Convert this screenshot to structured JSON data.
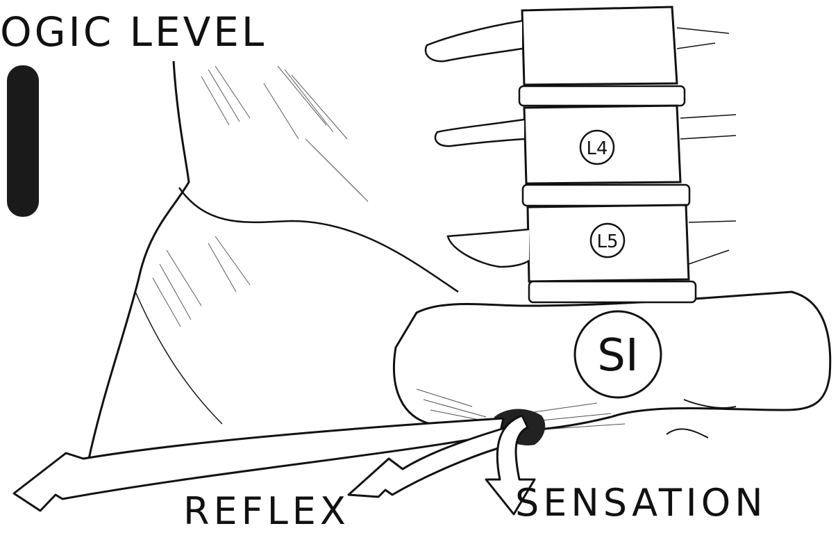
{
  "heading": "OGIC LEVEL",
  "vertebrae": {
    "l4": "L4",
    "l5": "L5",
    "s1": "SI"
  },
  "labels": {
    "reflex": "REFLEX",
    "sensation": "SENSATION"
  },
  "colors": {
    "ink": "#111111",
    "paper": "#ffffff"
  }
}
